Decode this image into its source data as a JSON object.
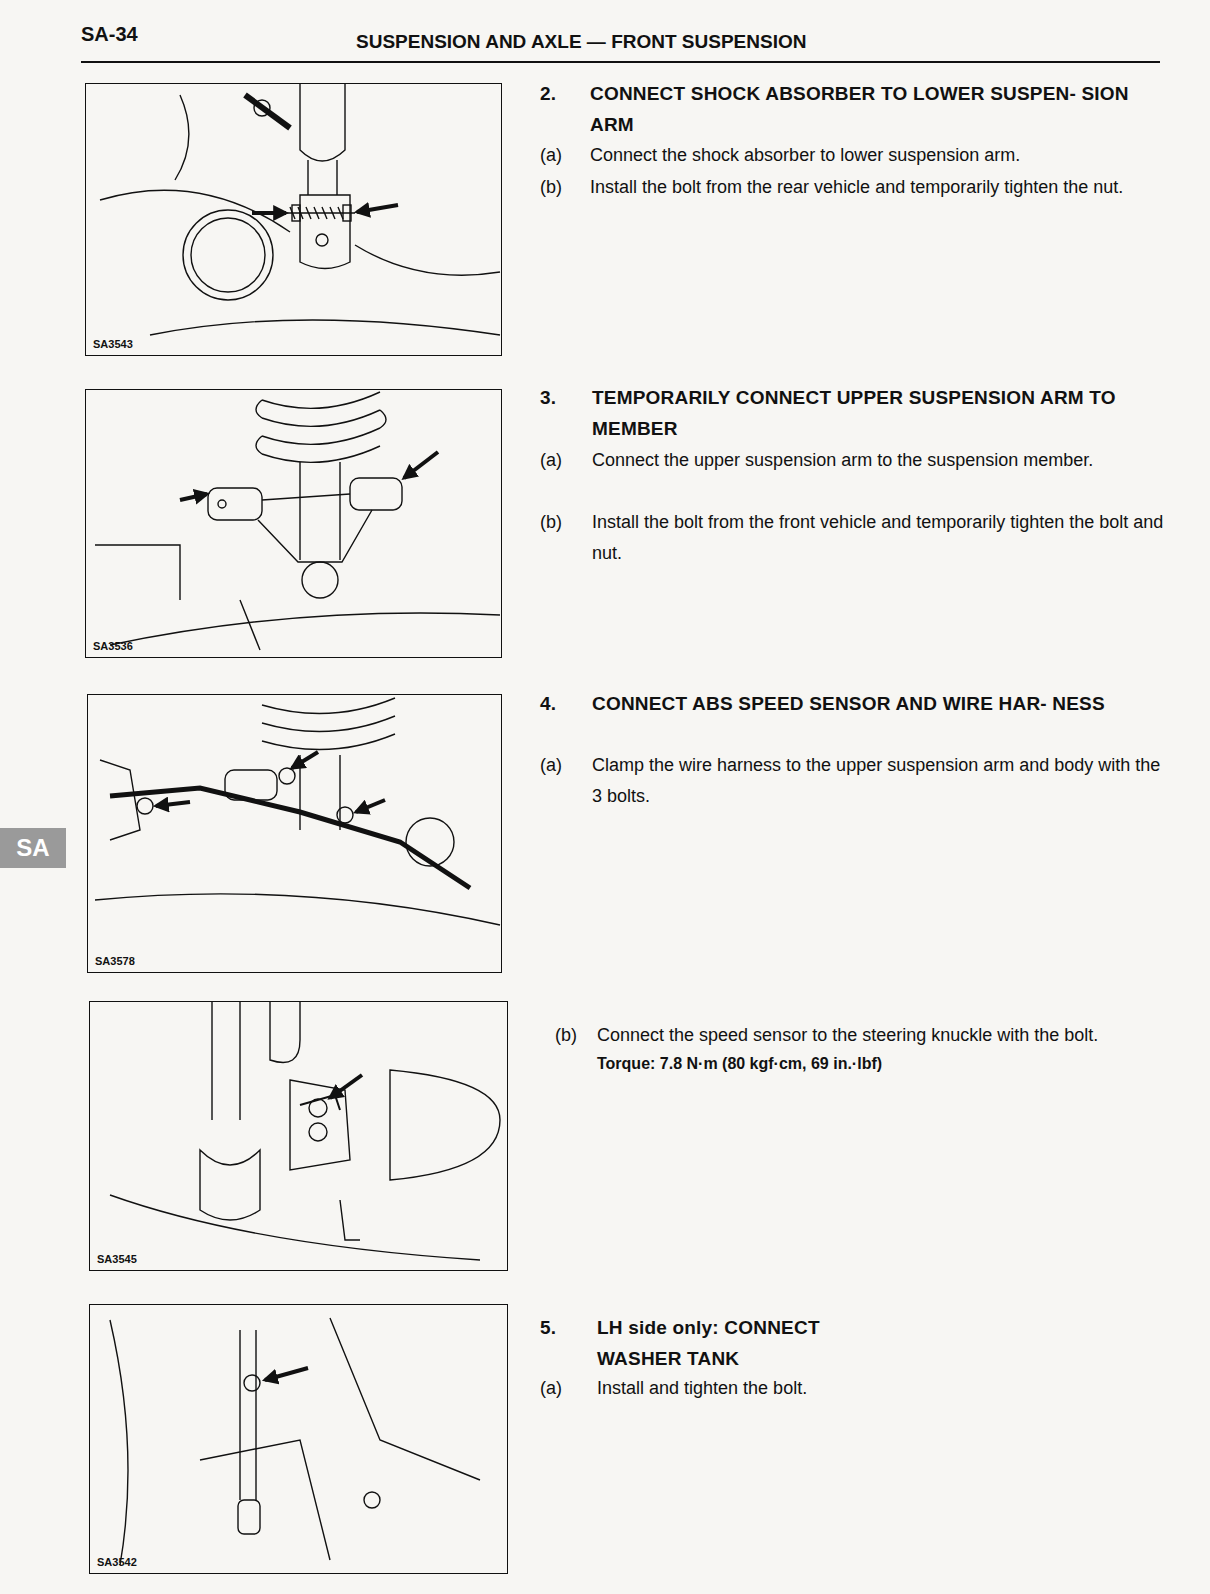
{
  "diagram": {
    "title": "SUSPENSION AND AXLE — FRONT SUSPENSION",
    "nodes": [
      {
        "text": [
          "SA3543"
        ]
      },
      {
        "text": [
          "SA3536"
        ]
      },
      {
        "text": [
          "SA3578"
        ]
      },
      {
        "text": [
          "SA3545"
        ]
      },
      {
        "text": [
          "SA3542"
        ]
      }
    ],
    "labels": [
      "SA-34",
      "2.",
      "CONNECT SHOCK ABSORBER TO LOWER SUSPEN- SION ARM",
      "(a)",
      "Connect the shock absorber to lower suspension arm.",
      "(b)",
      "Install the bolt from the rear vehicle and temporarily tighten the nut.",
      "3.",
      "TEMPORARILY CONNECT UPPER SUSPENSION ARM TO MEMBER",
      "(a)",
      "Connect the upper suspension arm to the suspension member.",
      "(b)",
      "Install the bolt from the front vehicle and temporarily tighten the bolt and nut.",
      "4.",
      "CONNECT ABS SPEED SENSOR AND WIRE HAR- NESS",
      "(a)",
      "Clamp the wire harness to the upper suspension arm and body with the 3 bolts.",
      "(b)",
      "Connect the speed sensor to the steering knuckle with the bolt.",
      "Torque: 7.8 N·m (80 kgf·cm, 69 in.·lbf)",
      "5.",
      "LH side only: CONNECT WASHER TANK",
      "(a)",
      "Install and tighten the bolt.",
      "SA"
    ]
  }
}
